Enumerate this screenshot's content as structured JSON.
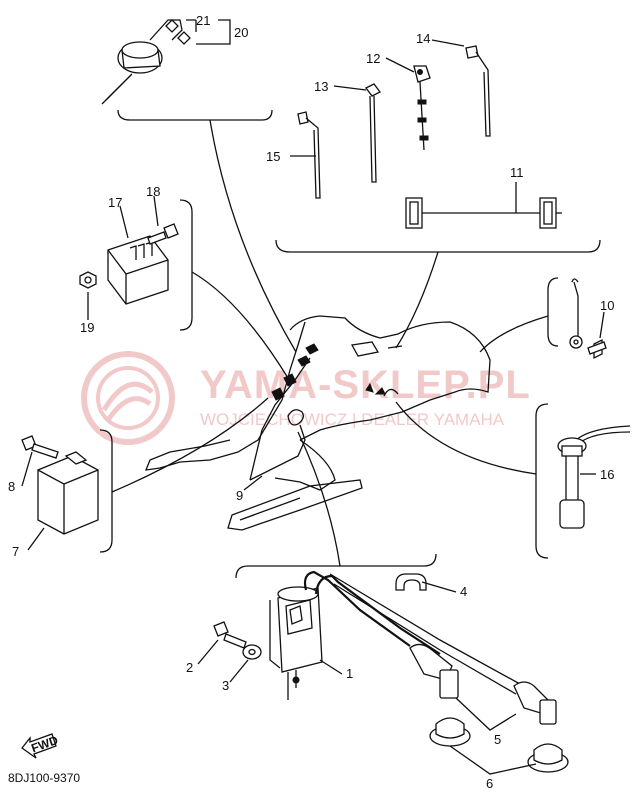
{
  "diagram": {
    "code": "8DJ100-9370",
    "fwd_label": "FWD",
    "watermark": {
      "brand": "YAMA-SKLEP.PL",
      "subline": "WOJCIECHOWICZ | DEALER YAMAHA"
    },
    "callouts": [
      "1",
      "2",
      "3",
      "4",
      "5",
      "6",
      "7",
      "8",
      "9",
      "10",
      "11",
      "12",
      "13",
      "14",
      "15",
      "16",
      "17",
      "18",
      "19",
      "20",
      "21"
    ]
  }
}
